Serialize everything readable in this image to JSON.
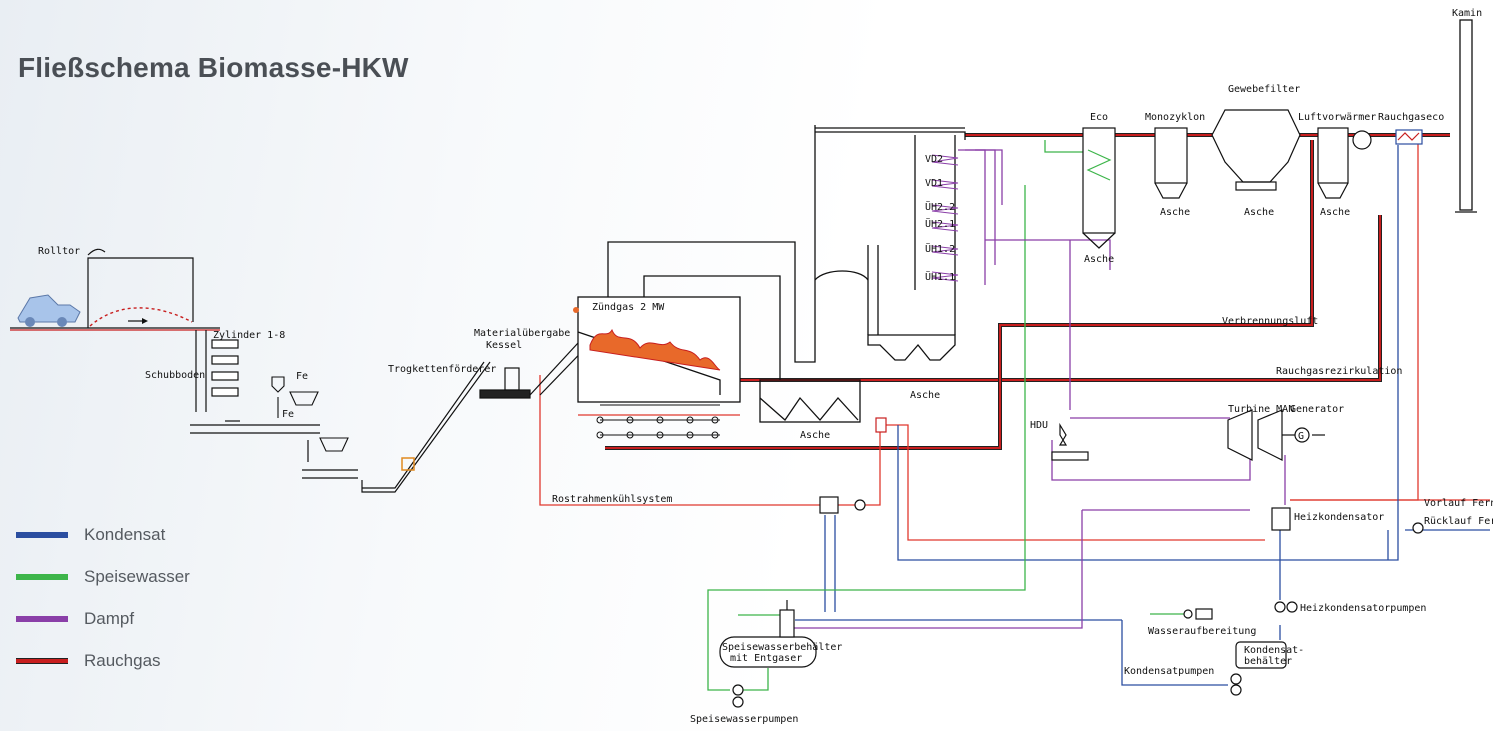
{
  "title": "Fließschema Biomasse-HKW",
  "colors": {
    "kondensat": "#2b4ea0",
    "speisewasser": "#3db54a",
    "dampf": "#8a3fa8",
    "rauchgas": "#c81e1e",
    "rauchgas_edge": "#222222",
    "equipment": "#111111",
    "water_line": "#e0382e"
  },
  "legend": [
    {
      "label": "Kondensat",
      "color": "#2b4ea0"
    },
    {
      "label": "Speisewasser",
      "color": "#3db54a"
    },
    {
      "label": "Dampf",
      "color": "#8a3fa8"
    },
    {
      "label": "Rauchgas",
      "color": "#c81e1e"
    }
  ],
  "labels": {
    "kamin": "Kamin",
    "rolltor": "Rolltor",
    "zylinder": "Zylinder 1-8",
    "schubboden": "Schubboden",
    "fe1": "Fe",
    "fe2": "Fe",
    "trogketten": "Trogkettenförderer",
    "materialuebergabe": "Materialübergabe",
    "kessel": "Kessel",
    "zuendgas": "Zündgas 2 MW",
    "asche_rost": "Asche",
    "asche_kessel": "Asche",
    "eco": "Eco",
    "asche_eco": "Asche",
    "monozyklon": "Monozyklon",
    "asche_mono": "Asche",
    "gewebefilter": "Gewebefilter",
    "asche_gewebe": "Asche",
    "luftvorwaermer": "Luftvorwärmer",
    "asche_luft": "Asche",
    "rauchgaseco": "Rauchgaseco",
    "vd2": "VD2",
    "vd1": "VD1",
    "ueh22": "ÜH2.2",
    "ueh21": "ÜH2.1",
    "ueh12": "ÜH1.2",
    "ueh11": "ÜH1.1",
    "verbrennungsluft": "Verbrennungsluft",
    "rauchgasrezirkulation": "Rauchgasrezirkulation",
    "hdu": "HDU",
    "turbine": "Turbine MAN",
    "generator": "Generator",
    "generator_g": "G",
    "rostrahmen": "Rostrahmenkühlsystem",
    "vorlauf": "Vorlauf Fernwärme",
    "ruecklauf": "Rücklauf Fernwärme",
    "heizkondensator": "Heizkondensator",
    "heizkondensatpumpen": "Heizkondensatorpumpen",
    "wasseraufbereitung": "Wasseraufbereitung",
    "kondensatbehaelter_1": "Kondensat-",
    "kondensatbehaelter_2": "behälter",
    "kondensatpumpen": "Kondensatpumpen",
    "speisewasserbehaelter_1": "Speisewasserbehälter",
    "speisewasserbehaelter_2": "mit Entgaser",
    "speisewasserpumpen": "Speisewasserpumpen"
  }
}
